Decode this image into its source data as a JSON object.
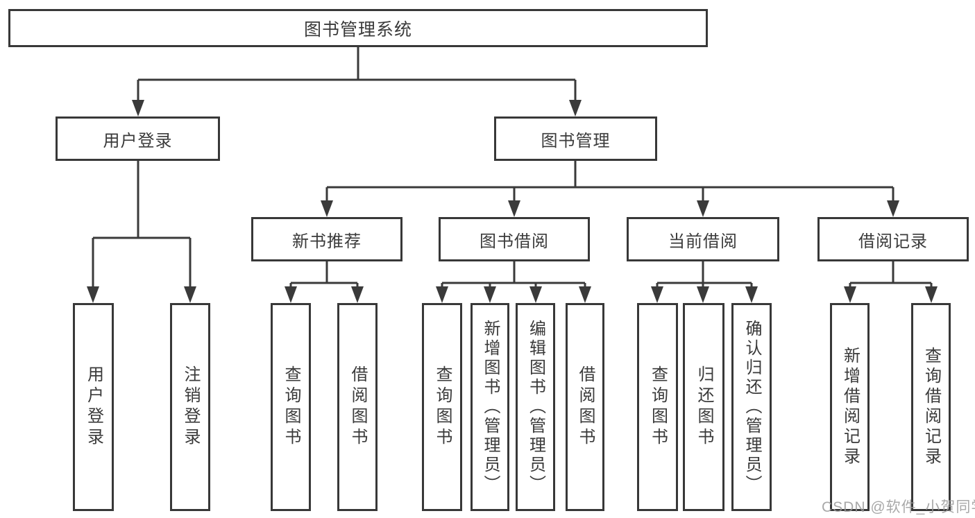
{
  "diagram": {
    "type": "hierarchy",
    "description": "Library management system functional structure diagram"
  },
  "colors": {
    "line": "#3a3a3a",
    "box_border": "#383838",
    "box_fill": "#ffffff",
    "text": "#3a3a3a",
    "watermark": "#9a9a9a"
  },
  "nodes": {
    "root": "图书管理系统",
    "level2": [
      "用户登录",
      "图书管理"
    ],
    "level3": [
      "新书推荐",
      "图书借阅",
      "当前借阅",
      "借阅记录"
    ],
    "login_children": [
      "用户登录",
      "注销登录"
    ],
    "recommend_children": [
      "查询图书",
      "借阅图书"
    ],
    "borrow_children": [
      "查询图书",
      "新增图书（管理员）",
      "编辑图书（管理员）",
      "借阅图书"
    ],
    "current_children": [
      "查询图书",
      "归还图书",
      "确认归还（管理员）"
    ],
    "records_children": [
      "新增借阅记录",
      "查询借阅记录"
    ]
  },
  "watermark": {
    "text": "CSDN @软件_小贺同学"
  }
}
